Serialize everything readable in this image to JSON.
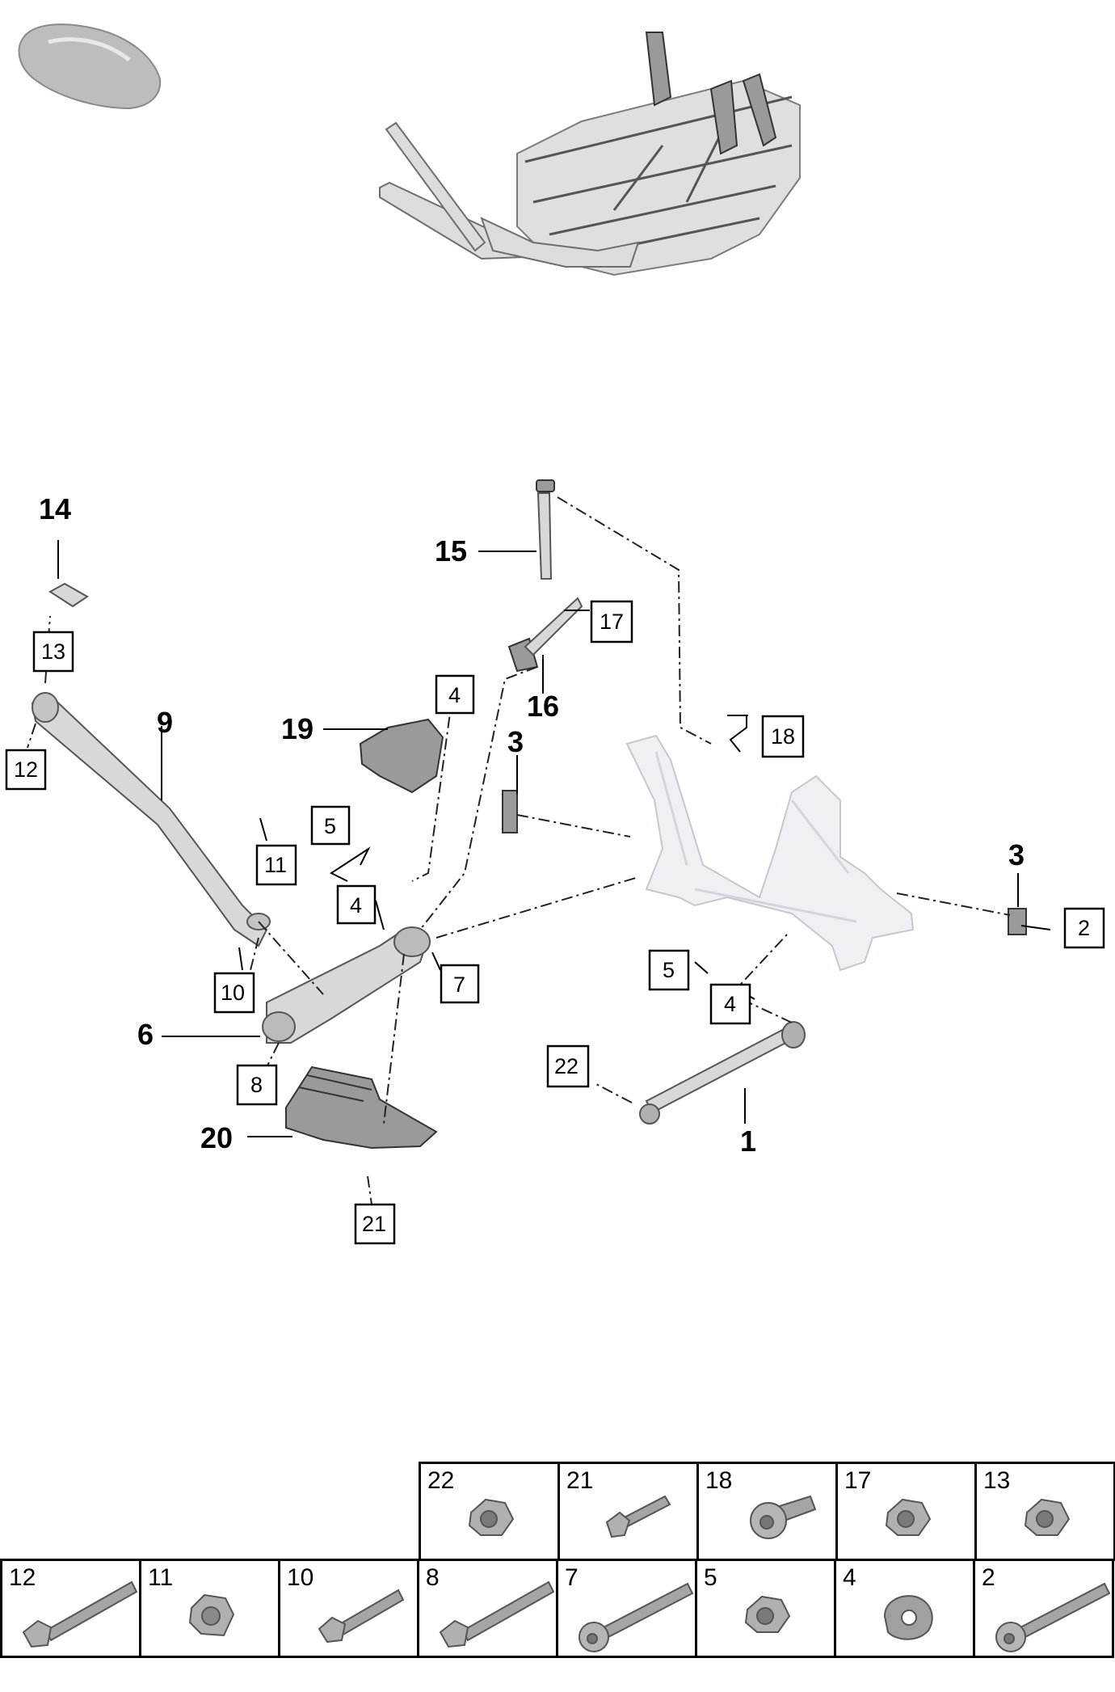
{
  "callouts_bold": [
    "14",
    "15",
    "16",
    "9",
    "19",
    "3",
    "3",
    "6",
    "20",
    "1"
  ],
  "callouts_boxed": [
    "13",
    "12",
    "17",
    "4",
    "18",
    "5",
    "11",
    "4",
    "7",
    "10",
    "2",
    "5",
    "4",
    "8",
    "22",
    "21"
  ],
  "fastener_table": {
    "top_row": [
      "22",
      "21",
      "18",
      "17",
      "13"
    ],
    "bottom_row": [
      "12",
      "11",
      "10",
      "8",
      "7",
      "5",
      "4",
      "2"
    ],
    "icons": {
      "22": "flange-nut-icon",
      "21": "short-bolt-icon",
      "18": "torx-bolt-icon",
      "17": "flange-nut-icon",
      "13": "flange-nut-icon",
      "12": "long-bolt-icon",
      "11": "hex-nut-icon",
      "10": "medium-bolt-icon",
      "8": "long-bolt-icon",
      "7": "long-torx-bolt-icon",
      "5": "flange-nut-icon",
      "4": "washer-icon",
      "2": "long-torx-bolt-icon"
    }
  },
  "colors": {
    "part_fill": "#d8d8d8",
    "frame_ghost": "#eef0f3",
    "line": "#000000"
  }
}
